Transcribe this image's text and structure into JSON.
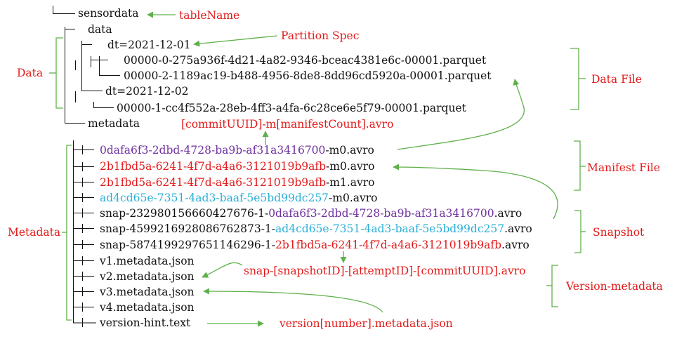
{
  "tree": {
    "root": "sensordata",
    "data_dir": "data",
    "partition1": "dt=2021-12-01",
    "file1": "00000-0-275a936f-4d21-4a82-9346-bceac4381e6c-00001.parquet",
    "file2": "00000-2-1189ac19-b488-4956-8de8-8dd96cd5920a-00001.parquet",
    "partition2": "dt=2021-12-02",
    "file3": "00000-1-cc4f552a-28eb-4ff3-a4fa-6c28ce6e5f79-00001.parquet",
    "metadata_dir": "metadata",
    "manifests": [
      {
        "uuid": "0dafa6f3-2dbd-4728-ba9b-af31a3416700",
        "suffix": "-m0.avro"
      },
      {
        "uuid": "2b1fbd5a-6241-4f7d-a4a6-3121019b9afb",
        "suffix": "-m0.avro"
      },
      {
        "uuid": "2b1fbd5a-6241-4f7d-a4a6-3121019b9afb",
        "suffix": "-m1.avro"
      },
      {
        "uuid": "ad4cd65e-7351-4ad3-baaf-5e5bd99dc257",
        "suffix": "-m0.avro"
      }
    ],
    "snapshots": [
      {
        "prefix": "snap-232980156660427676-1-",
        "uuid": "0dafa6f3-2dbd-4728-ba9b-af31a3416700",
        "suffix": ".avro"
      },
      {
        "prefix": "snap-4599216928086762873-1-",
        "uuid": "ad4cd65e-7351-4ad3-baaf-5e5bd99dc257",
        "suffix": ".avro"
      },
      {
        "prefix": "snap-5874199297651146296-1-",
        "uuid": "2b1fbd5a-6241-4f7d-a4a6-3121019b9afb",
        "suffix": ".avro"
      }
    ],
    "versions": [
      "v1.metadata.json",
      "v2.metadata.json",
      "v3.metadata.json",
      "v4.metadata.json"
    ],
    "version_hint": "version-hint.text"
  },
  "annotations": {
    "table_name": "tableName",
    "partition_spec": "Partition Spec",
    "data": "Data",
    "data_file": "Data File",
    "manifest_pattern": "[commitUUID]-m[manifestCount].avro",
    "manifest_file": "Manifest File",
    "metadata": "Metadata",
    "snapshot": "Snapshot",
    "snapshot_pattern": "snap-[snapshotID]-[attemptID]-[commitUUID].avro",
    "version_metadata": "Version-metadata",
    "version_pattern": "version[number].metadata.json"
  },
  "colors": {
    "text": "#111111",
    "annotation_red": "#e21a1a",
    "uuid_purple": "#7030a0",
    "uuid_red": "#e21a1a",
    "uuid_blue": "#2bafd6",
    "arrow_green": "#5fb04a"
  }
}
